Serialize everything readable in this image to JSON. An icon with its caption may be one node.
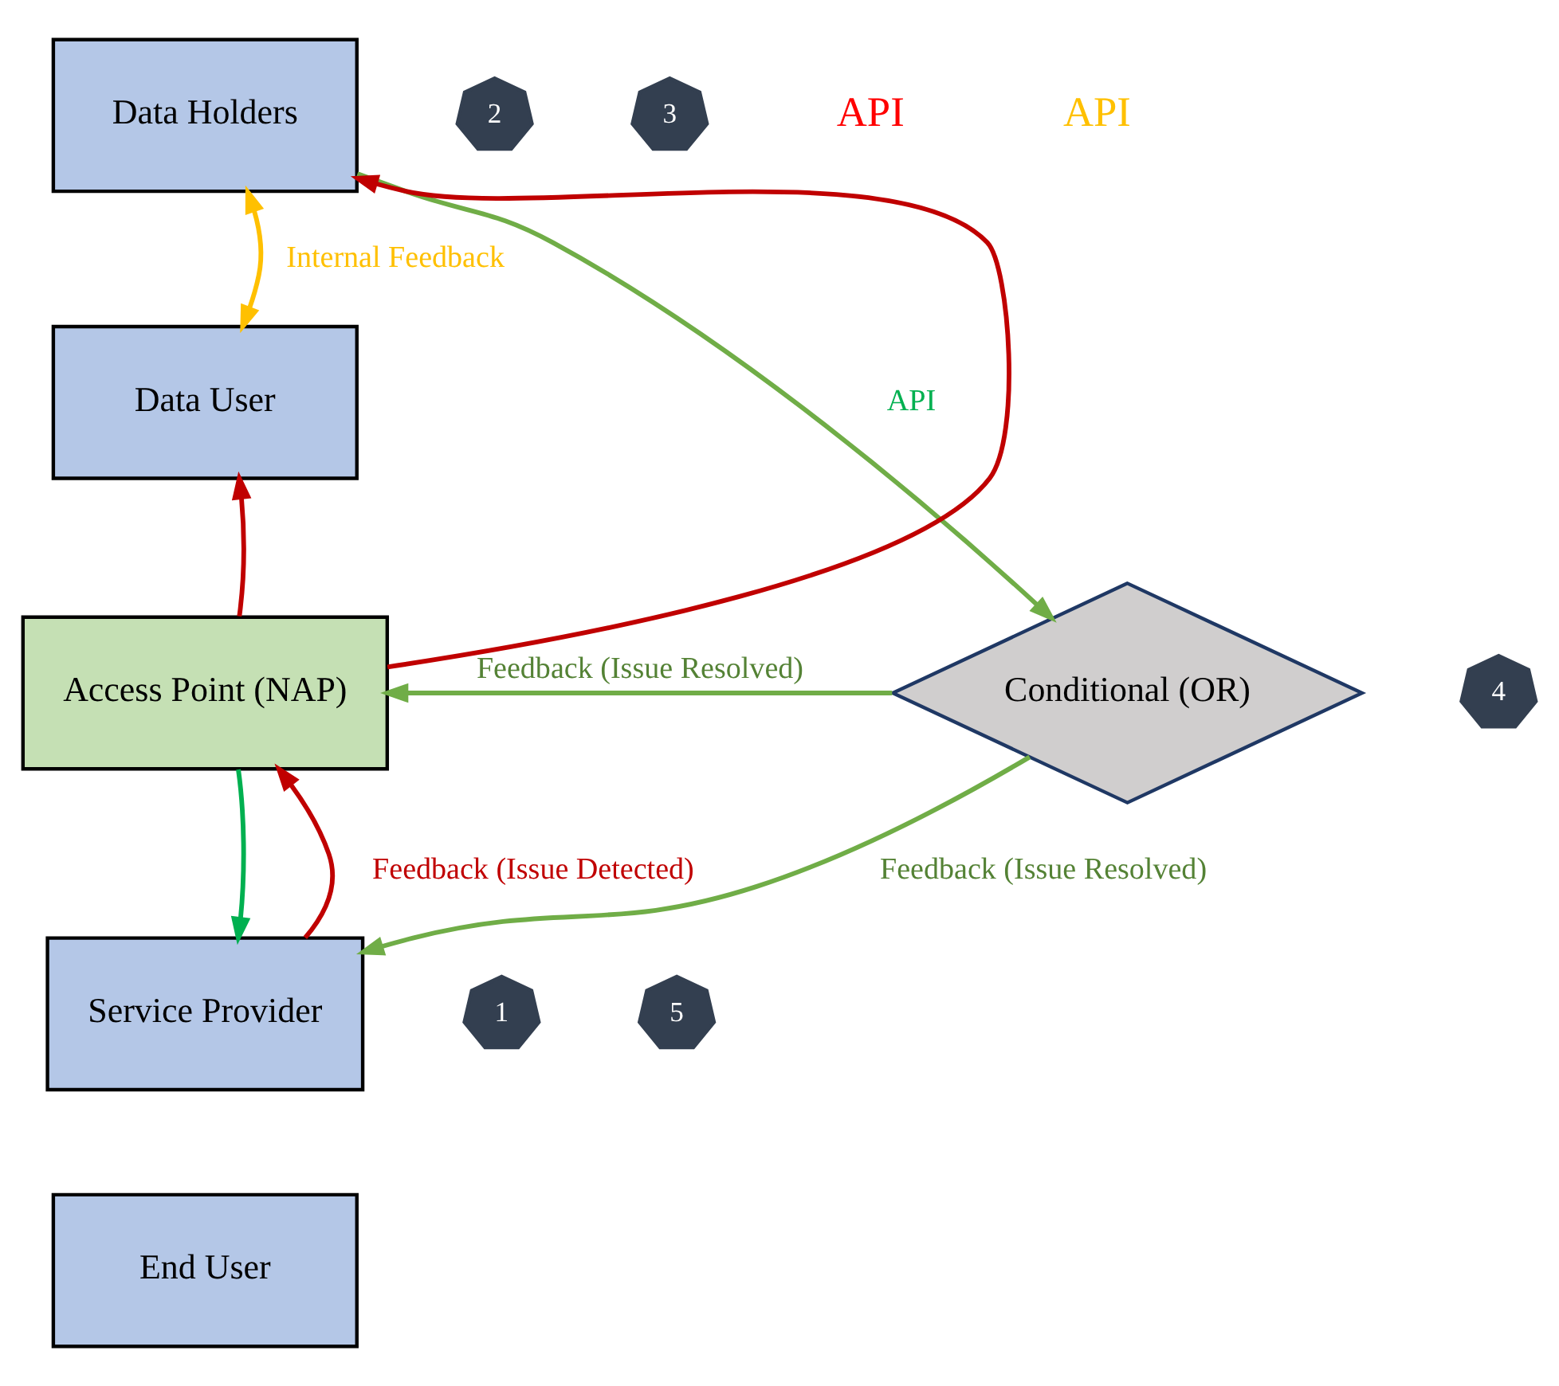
{
  "diagram": {
    "nodes": [
      {
        "text": [
          "Data Holders"
        ]
      },
      {
        "text": [
          "Data User"
        ]
      },
      {
        "text": [
          "Access Point (NAP)"
        ]
      },
      {
        "text": [
          "Conditional (OR)"
        ]
      },
      {
        "text": [
          "Service Provider"
        ]
      },
      {
        "text": [
          "End User"
        ]
      },
      {
        "text": [
          "1"
        ]
      },
      {
        "text": [
          "2"
        ]
      },
      {
        "text": [
          "3"
        ]
      },
      {
        "text": [
          "4"
        ]
      },
      {
        "text": [
          "5"
        ]
      }
    ],
    "edges": [
      {
        "from": 0,
        "to": 3,
        "arrow": "to",
        "label": "API",
        "color": "#70ad47"
      },
      {
        "from": 2,
        "to": 0,
        "arrow": "to",
        "color": "#c00000"
      },
      {
        "from": 2,
        "to": 1,
        "arrow": "to",
        "color": "#c00000"
      },
      {
        "from": 0,
        "to": 1,
        "arrow": "both",
        "label": "Internal Feedback",
        "color": "#ffc000"
      },
      {
        "from": 2,
        "to": 4,
        "arrow": "to",
        "color": "#00b050"
      },
      {
        "from": 3,
        "to": 2,
        "arrow": "to",
        "label": "Feedback (Issue Resolved)",
        "color": "#70ad47"
      },
      {
        "from": 4,
        "to": 2,
        "arrow": "to",
        "label": "Feedback (Issue Detected)",
        "color": "#c00000"
      },
      {
        "from": 3,
        "to": 4,
        "arrow": "to",
        "label": "Feedback (Issue Resolved)",
        "color": "#70ad47"
      }
    ],
    "labels": [
      "API",
      "API"
    ]
  }
}
